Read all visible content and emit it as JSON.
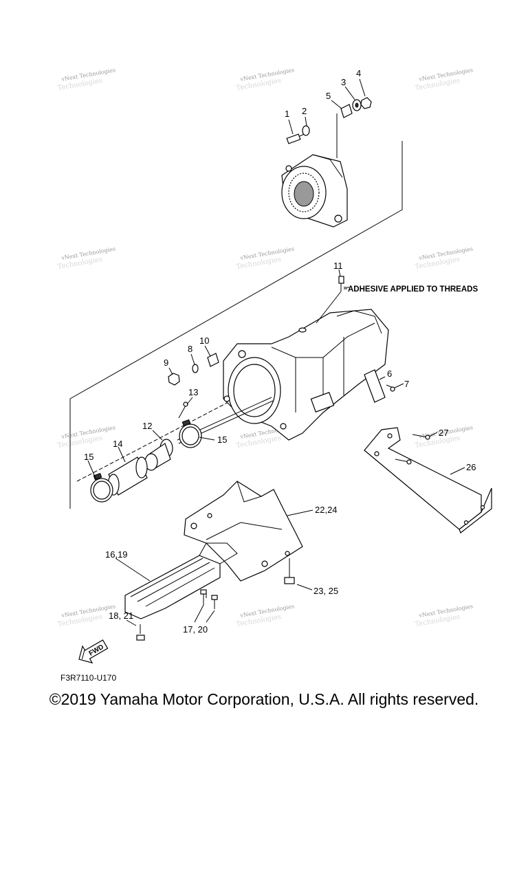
{
  "callouts": {
    "c1": "1",
    "c2": "2",
    "c3": "3",
    "c4": "4",
    "c5": "5",
    "c6": "6",
    "c7": "7",
    "c8": "8",
    "c9": "9",
    "c10": "10",
    "c11": "11",
    "c12": "12",
    "c13": "13",
    "c14": "14",
    "c15a": "15",
    "c15b": "15",
    "c16_19": "16,19",
    "c17_20": "17, 20",
    "c18_21": "18, 21",
    "c22_24": "22,24",
    "c23_25": "23, 25",
    "c26": "26",
    "c27": "27"
  },
  "note": "ADHESIVE APPLIED TO THREADS",
  "fwd_label": "FWD",
  "diagram_code": "F3R7110-U170",
  "watermark": {
    "line1": "vNext Technologies",
    "line2": "Technologies"
  },
  "copyright": "©2019 Yamaha Motor Corporation, U.S.A. All rights reserved."
}
